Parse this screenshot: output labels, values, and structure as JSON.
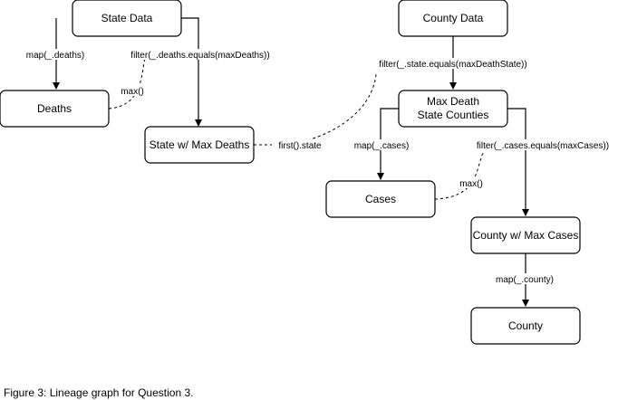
{
  "nodes": {
    "state_data": "State Data",
    "deaths": "Deaths",
    "state_max_deaths": "State w/ Max Deaths",
    "county_data": "County Data",
    "max_death_state_counties_line1": "Max Death",
    "max_death_state_counties_line2": "State Counties",
    "cases": "Cases",
    "county_max_cases": "County w/ Max Cases",
    "county": "County"
  },
  "edges": {
    "map_deaths": "map(_.deaths)",
    "filter_deaths": "filter(_.deaths.equals(maxDeaths))",
    "max_deaths": "max()",
    "first_state": "first().state",
    "filter_state": "filter(_.state.equals(maxDeathState))",
    "map_cases": "map(_.cases)",
    "filter_cases": "filter(_.cases.equals(maxCases))",
    "max_cases": "max()",
    "map_county": "map(_.county)"
  },
  "caption": "Figure 3: Lineage graph for Question 3."
}
